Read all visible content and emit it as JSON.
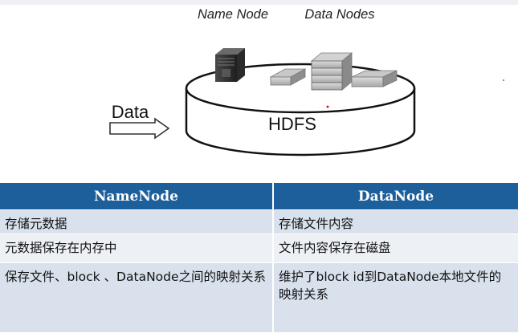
{
  "diagram": {
    "name_node_label": "Name Node",
    "data_nodes_label": "Data Nodes",
    "data_label": "Data",
    "hdfs_label": "HDFS"
  },
  "table": {
    "headers": [
      "NameNode",
      "DataNode"
    ],
    "rows": [
      [
        "存储元数据",
        "存储文件内容"
      ],
      [
        "元数据保存在内存中",
        "文件内容保存在磁盘"
      ],
      [
        "保存文件、block 、DataNode之间的映射关系",
        "维护了block id到DataNode本地文件的映射关系"
      ]
    ]
  },
  "colors": {
    "header_bg": "#1d5f9a",
    "row_dark": "#d8e1ec",
    "row_light": "#edf1f6"
  }
}
